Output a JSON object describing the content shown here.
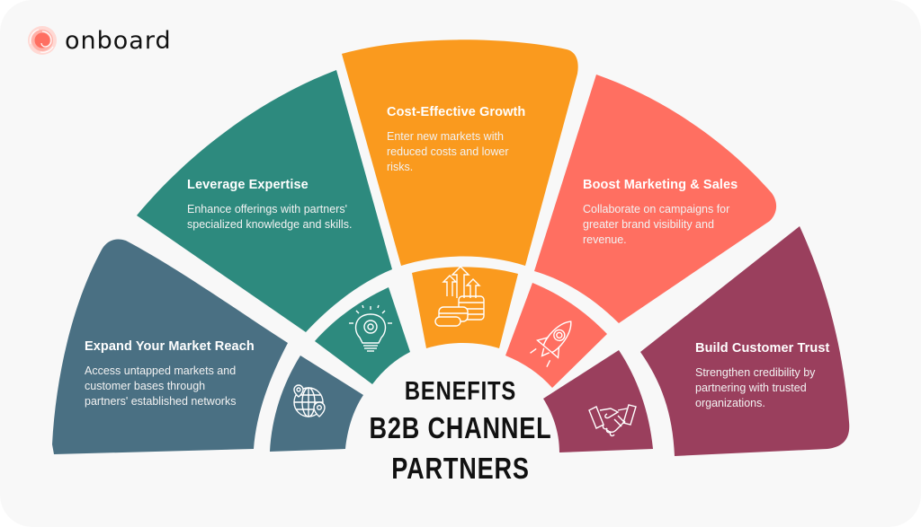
{
  "brand": {
    "logo_text": "onboard",
    "logo_icon": "spiral-icon",
    "logo_color": "#ff5a4e"
  },
  "center": {
    "line1": "BENEFITS",
    "line2": "B2B CHANNEL",
    "line3": "PARTNERS"
  },
  "segments": [
    {
      "id": "expand-market-reach",
      "title": "Expand Your Market Reach",
      "description_lines": [
        "Access untapped markets and",
        "customer bases through",
        "partners' established networks"
      ],
      "icon": "globe-location-icon",
      "color": "#4a7083"
    },
    {
      "id": "leverage-expertise",
      "title": "Leverage Expertise",
      "description_lines": [
        "Enhance offerings with partners'",
        "specialized knowledge and skills."
      ],
      "icon": "lightbulb-gear-icon",
      "color": "#2d8a7e"
    },
    {
      "id": "cost-effective-growth",
      "title": "Cost-Effective Growth",
      "description_lines": [
        "Enter new markets with",
        "reduced costs and lower",
        "risks."
      ],
      "icon": "coins-growth-icon",
      "color": "#fa9a1e"
    },
    {
      "id": "boost-marketing-sales",
      "title": "Boost Marketing & Sales",
      "description_lines": [
        "Collaborate on campaigns for",
        "greater brand visibility and",
        "revenue."
      ],
      "icon": "rocket-icon",
      "color": "#ff6f61"
    },
    {
      "id": "build-customer-trust",
      "title": "Build Customer Trust",
      "description_lines": [
        "Strengthen credibility by",
        "partnering with trusted",
        "organizations."
      ],
      "icon": "handshake-icon",
      "color": "#9a3f5d"
    }
  ],
  "background_color": "#f8f8f8"
}
